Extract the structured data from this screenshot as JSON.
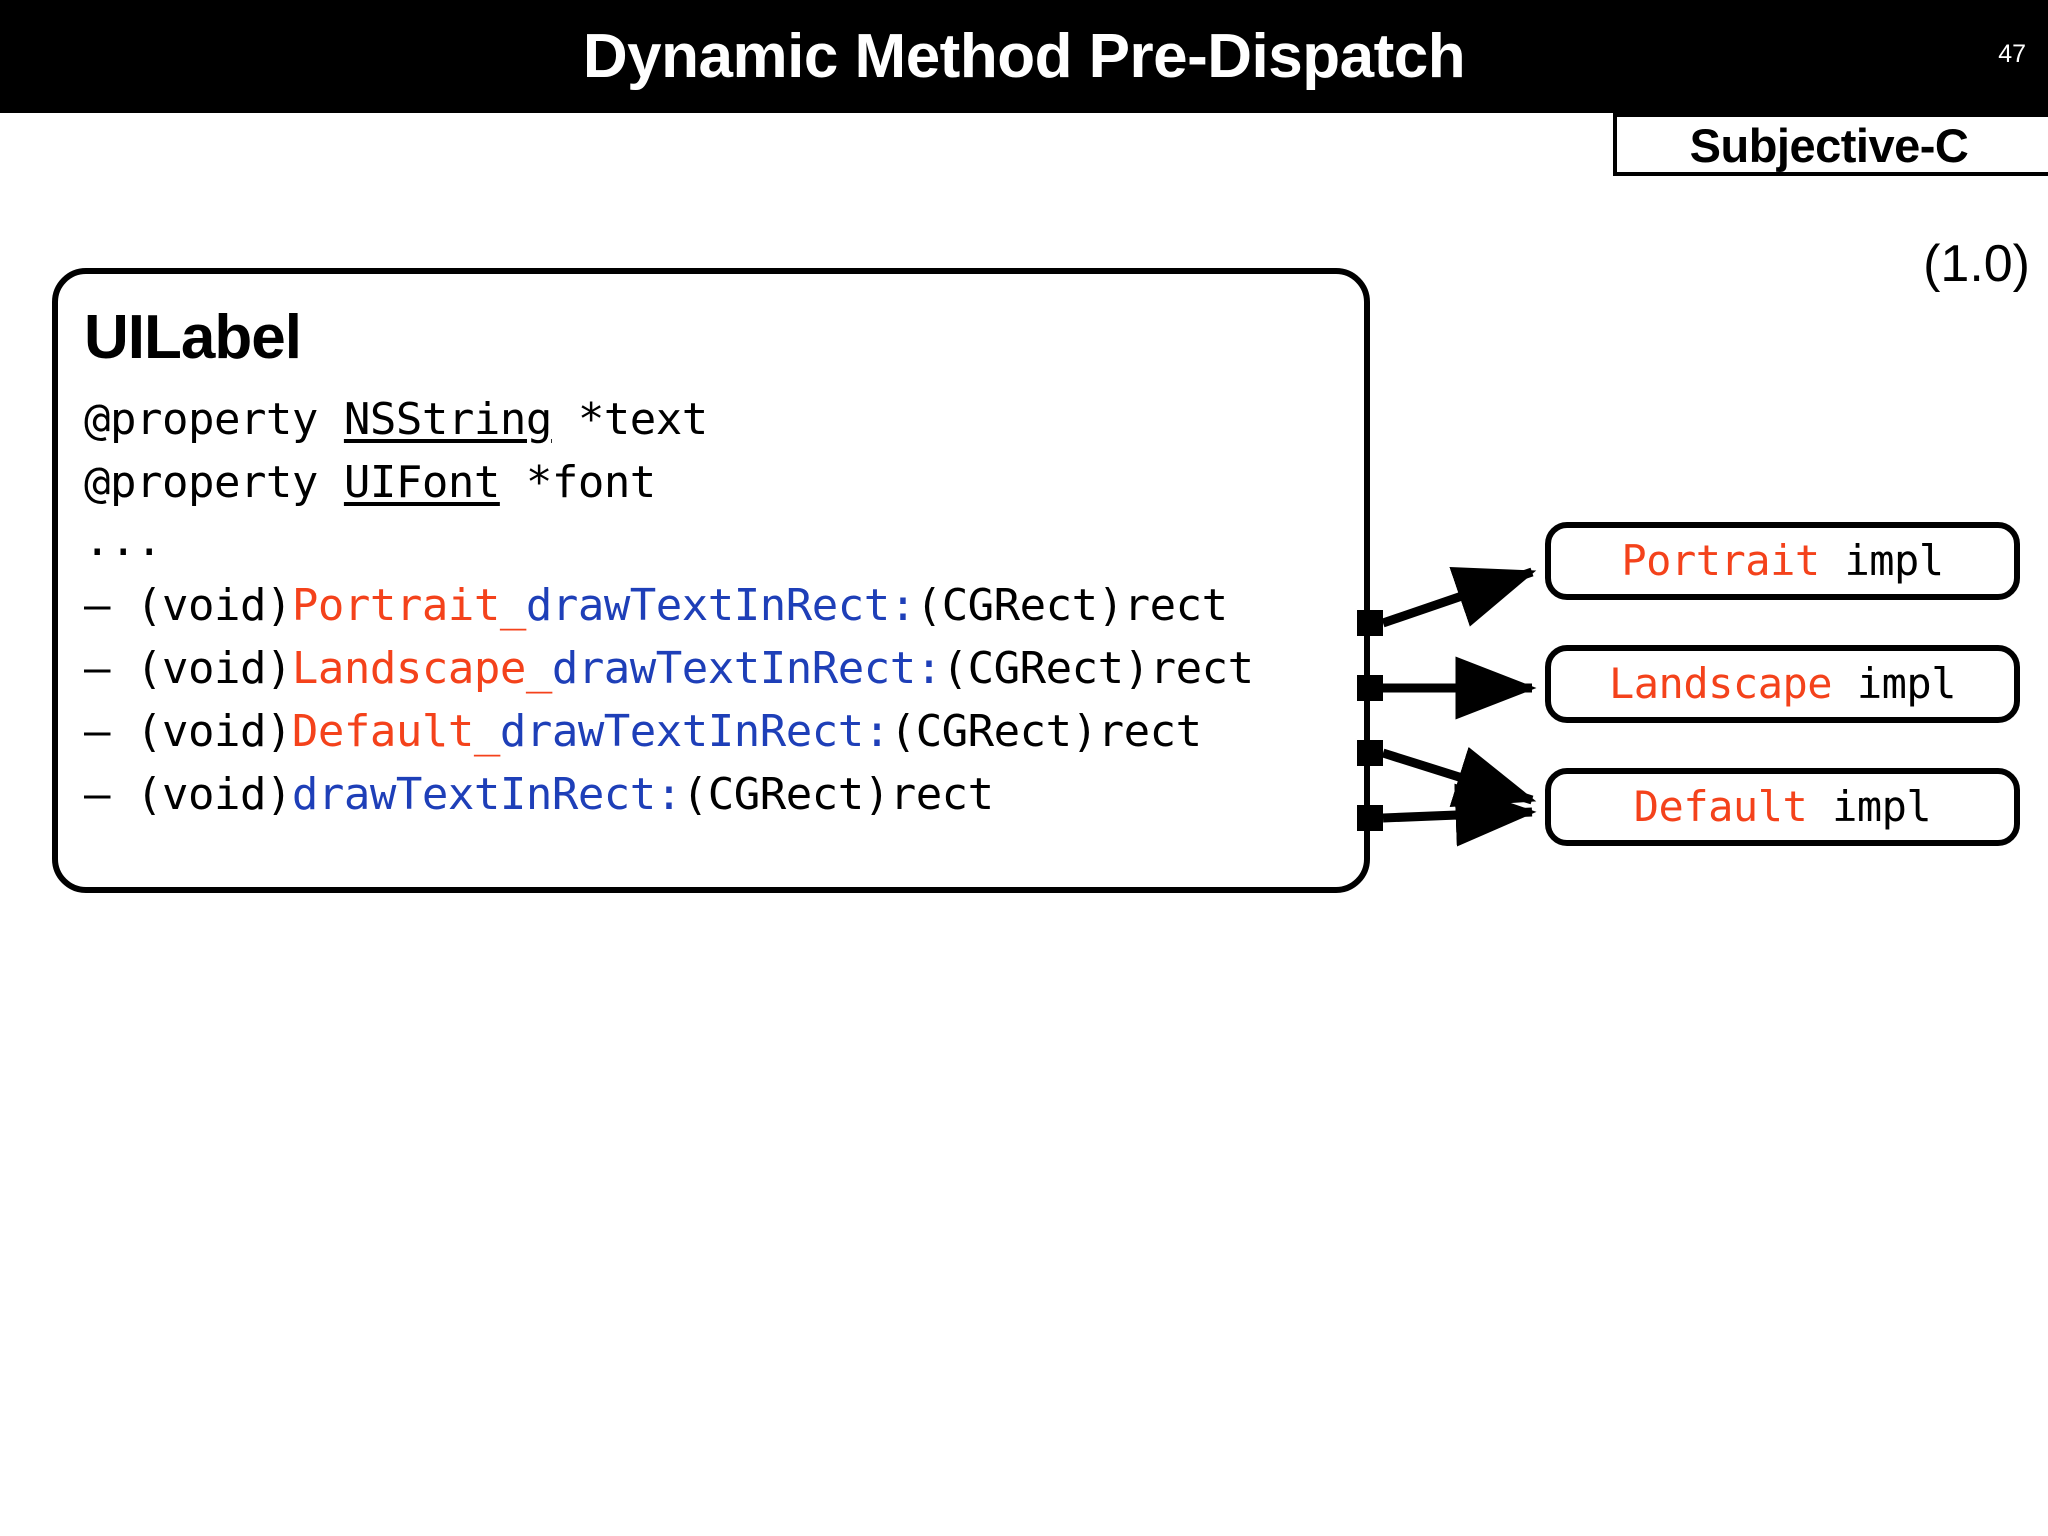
{
  "slide": {
    "title": "Dynamic Method Pre-Dispatch",
    "page_number": "47",
    "brand": "Subjective-C",
    "version": "(1.0)"
  },
  "colors": {
    "title_bar_bg": "#000000",
    "title_text": "#ffffff",
    "prefix_token": "#F4421B",
    "selector_token": "#1E3FB8",
    "plain_token": "#000000",
    "page_bg": "#ffffff"
  },
  "class_card": {
    "class_name": "UILabel",
    "properties": [
      {
        "keyword": "@property ",
        "type": "NSString",
        "rest": " *text"
      },
      {
        "keyword": "@property ",
        "type": "UIFont",
        "rest": " *font"
      }
    ],
    "ellipsis": "...",
    "methods": [
      {
        "lead": "– (void)",
        "prefix": "Portrait_",
        "selector": "drawTextInRect:",
        "args": "(CGRect)rect"
      },
      {
        "lead": "– (void)",
        "prefix": "Landscape_",
        "selector": "drawTextInRect:",
        "args": "(CGRect)rect"
      },
      {
        "lead": "– (void)",
        "prefix": "Default_",
        "selector": "drawTextInRect:",
        "args": "(CGRect)rect"
      },
      {
        "lead": "– (void)",
        "prefix": "",
        "selector": "drawTextInRect:",
        "args": "(CGRect)rect"
      }
    ]
  },
  "impls": [
    {
      "name": "Portrait",
      "suffix": " impl"
    },
    {
      "name": "Landscape",
      "suffix": " impl"
    },
    {
      "name": "Default",
      "suffix": " impl"
    }
  ]
}
